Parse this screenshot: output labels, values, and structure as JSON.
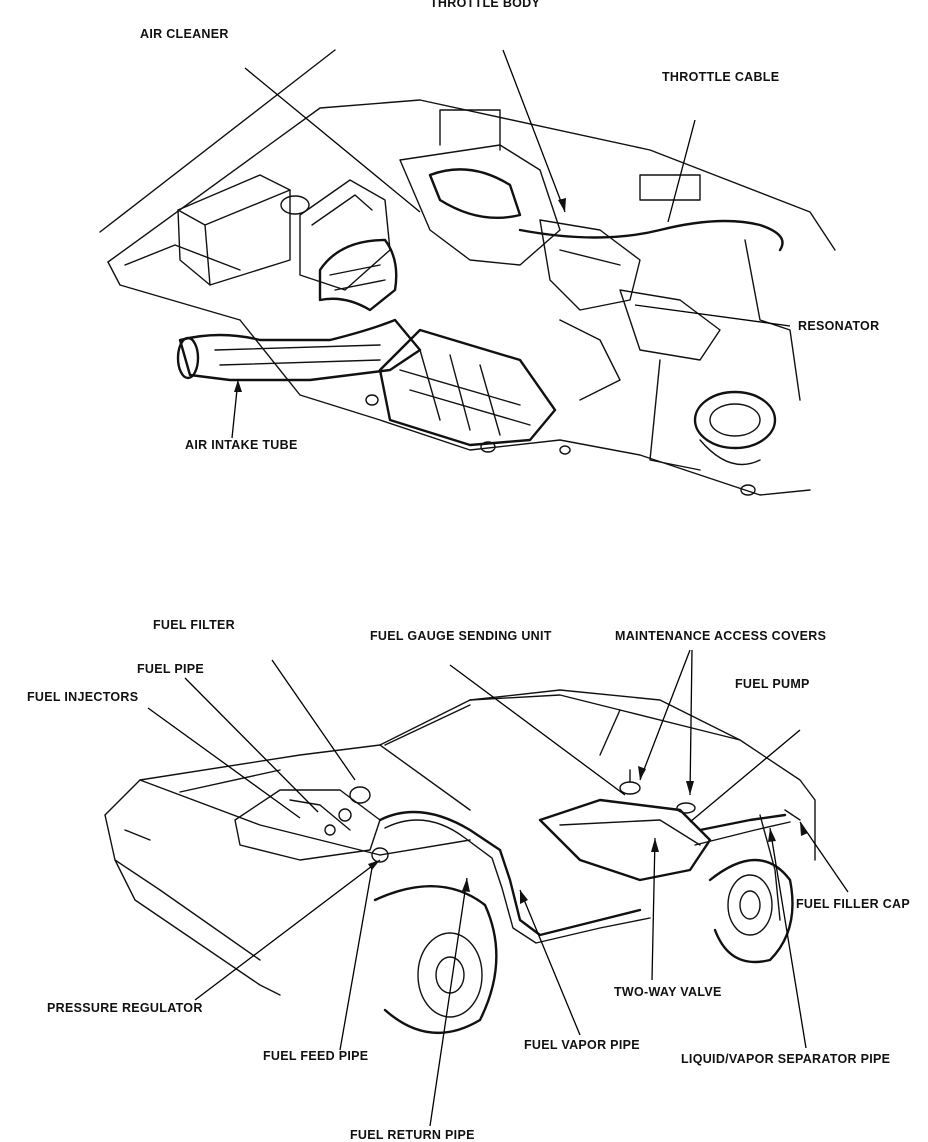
{
  "engine_bay": {
    "labels": {
      "throttle_body": "THROTTLE BODY",
      "air_cleaner": "AIR CLEANER",
      "throttle_cable": "THROTTLE CABLE",
      "resonator": "RESONATOR",
      "air_intake_tube": "AIR INTAKE TUBE"
    }
  },
  "fuel_system": {
    "labels": {
      "fuel_filter": "FUEL FILTER",
      "fuel_gauge_sending_unit": "FUEL GAUGE SENDING UNIT",
      "maintenance_access_covers": "MAINTENANCE ACCESS COVERS",
      "fuel_pipe": "FUEL PIPE",
      "fuel_injectors": "FUEL INJECTORS",
      "fuel_pump": "FUEL PUMP",
      "fuel_filler_cap": "FUEL FILLER CAP",
      "two_way_valve": "TWO-WAY VALVE",
      "pressure_regulator": "PRESSURE REGULATOR",
      "fuel_vapor_pipe": "FUEL VAPOR PIPE",
      "fuel_feed_pipe": "FUEL FEED PIPE",
      "liquid_vapor_separator_pipe": "LIQUID/VAPOR SEPARATOR PIPE",
      "fuel_return_pipe": "FUEL RETURN PIPE"
    }
  }
}
